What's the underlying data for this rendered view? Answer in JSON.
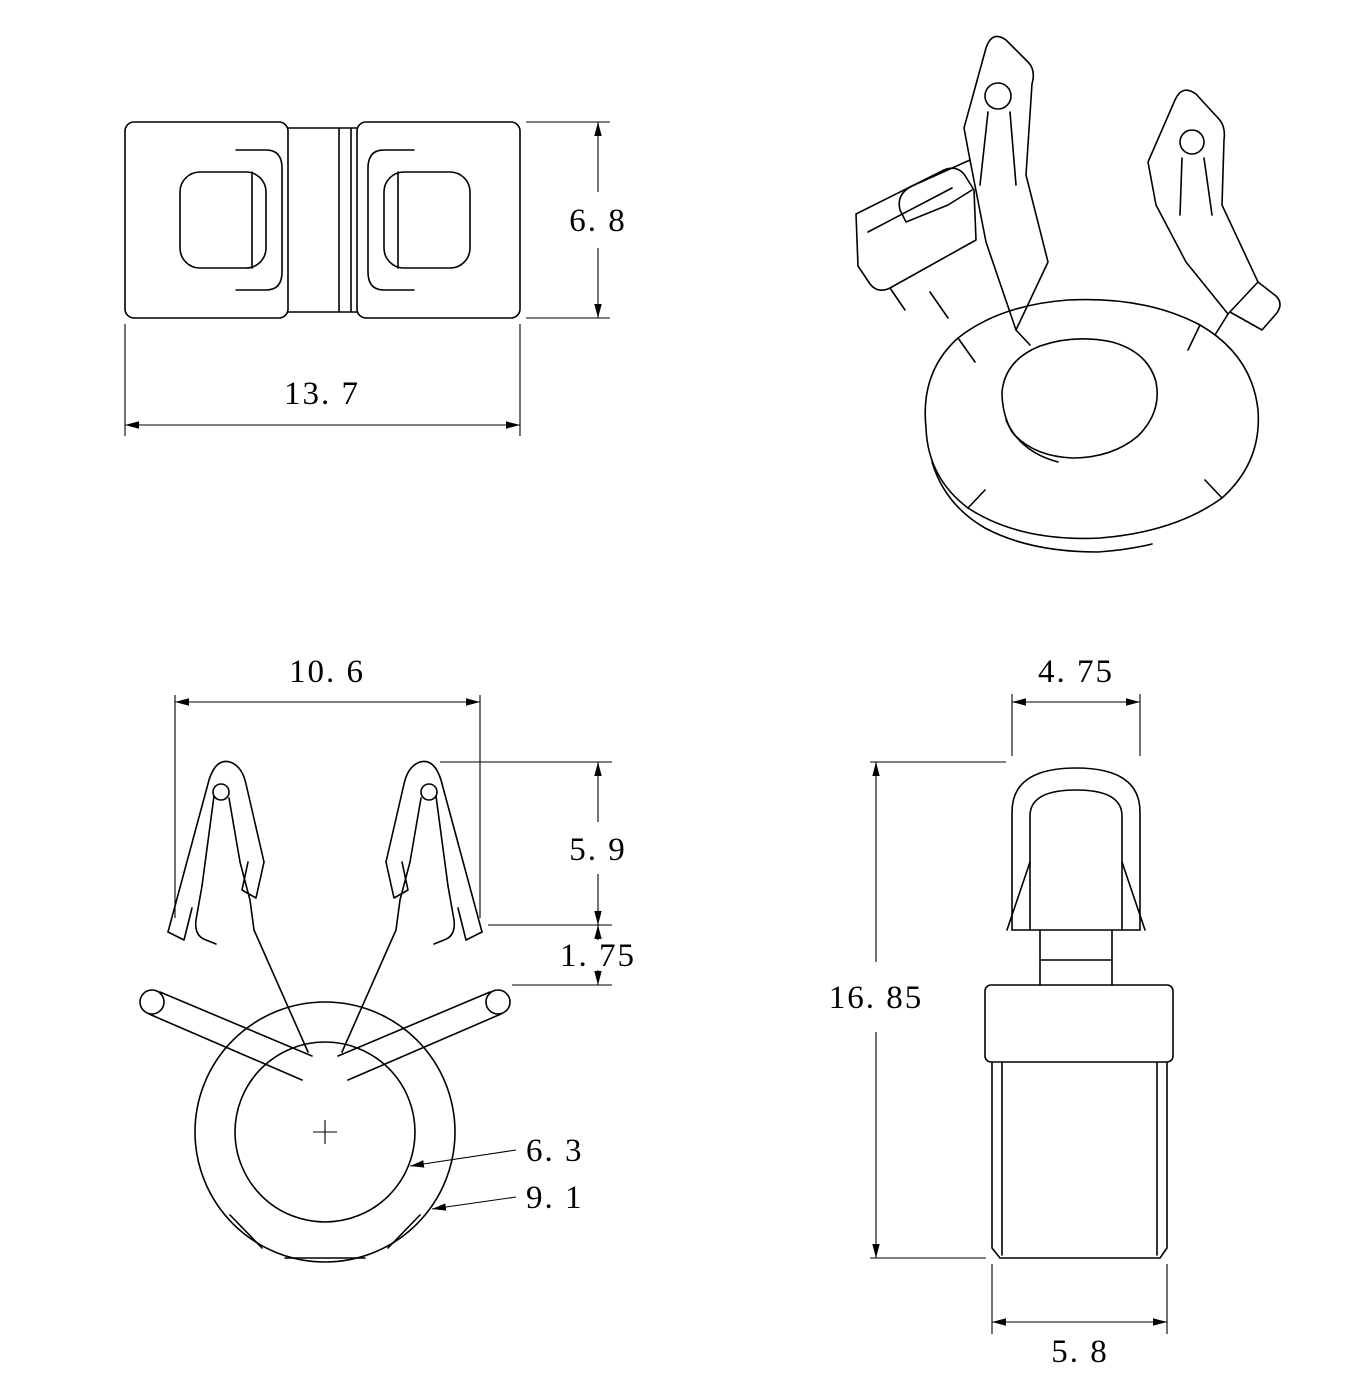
{
  "colors": {
    "line": "#000000",
    "background": "#ffffff"
  },
  "dims": {
    "top_view": {
      "width": "13. 7",
      "height": "6. 8"
    },
    "front_view": {
      "width": "10. 6",
      "prong_height": "5. 9",
      "arm_offset": "1. 75",
      "inner_diameter": "6. 3",
      "outer_diameter": "9. 1"
    },
    "side_view": {
      "width": "4. 75",
      "height": "16. 85",
      "base_width": "5. 8"
    }
  }
}
